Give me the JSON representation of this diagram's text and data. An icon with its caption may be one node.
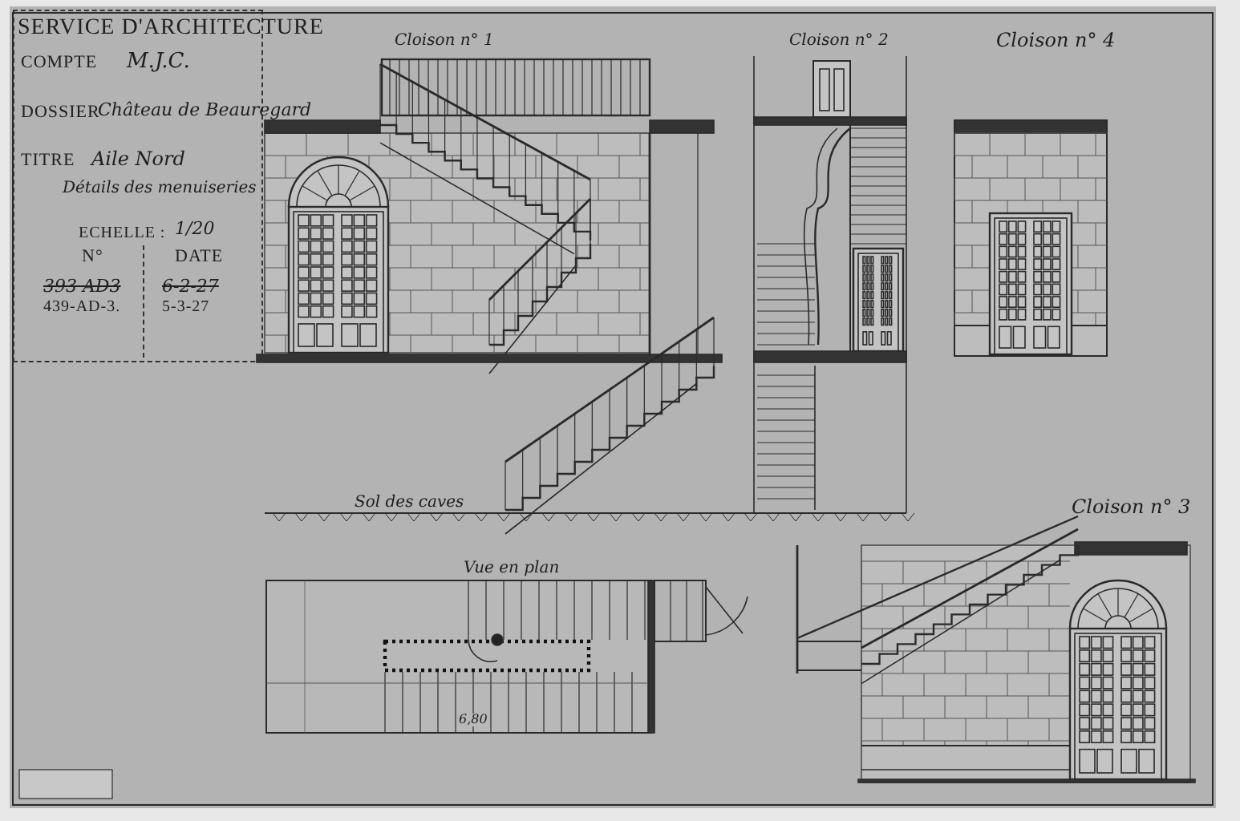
{
  "diagram": {
    "nodes": [
      {
        "text": [
          "SERVICE D'ARCHITECTURE",
          "COMPTE",
          "M.J.C.",
          "DOSSIER",
          "Château de Beauregard",
          "TITRE",
          "Aile Nord",
          "Détails des menuiseries",
          "ECHELLE :",
          "1/20",
          "N°",
          "DATE",
          "393 AD3",
          "439-AD-3.",
          "6-2-27",
          "5-3-27"
        ]
      }
    ],
    "labels": [
      "Cloison n° 1",
      "Cloison n° 2",
      "Cloison n° 4",
      "Sol des caves",
      "Vue en plan",
      "6,80",
      "Cloison n° 3"
    ]
  }
}
